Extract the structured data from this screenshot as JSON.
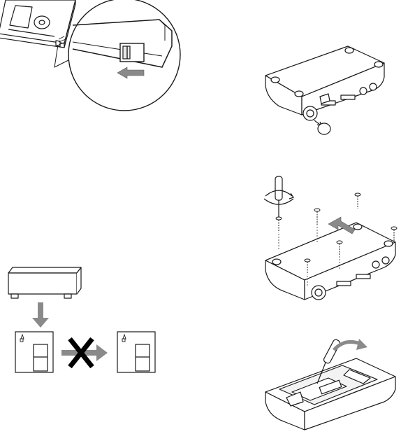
{
  "colors": {
    "line": "#1a1a1a",
    "arrow_gray": "#8a8a8a",
    "cross": "#000000",
    "fill": "#ffffff",
    "shade": "#e8e8e8"
  },
  "icons": {
    "minidisc_tab": "record-protect-tab-icon",
    "blocked": "cross-mark-icon",
    "screw": "screw-icon",
    "screwdriver": "screwdriver-icon"
  },
  "illustrations": [
    "minidisc-write-protect-tab",
    "player-remove-rubber-foot",
    "player-remove-bottom-screws",
    "player-open-cover",
    "deck-to-minidisc-copy-prohibited"
  ]
}
